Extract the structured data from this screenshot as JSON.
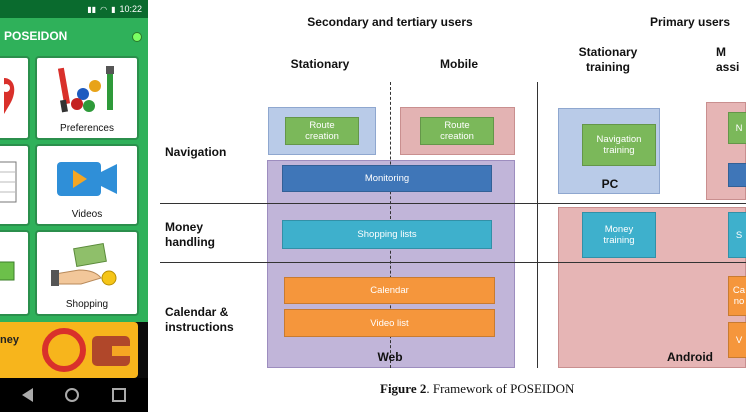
{
  "phone": {
    "status_time": "10:22",
    "app_title": "POSEIDON",
    "tiles": [
      {
        "label": "Preferences",
        "icon": "paint-tools-icon"
      },
      {
        "label": "Videos",
        "icon": "video-camera-icon"
      },
      {
        "label": "Shopping",
        "icon": "money-hand-icon"
      }
    ],
    "bottom_tile_label": "ney",
    "accent_color": "#2fb15a",
    "bottom_color": "#f7b51c"
  },
  "diagram": {
    "headers": {
      "secondary_tertiary": "Secondary and tertiary users",
      "primary": "Primary users",
      "stationary": "Stationary",
      "mobile": "Mobile",
      "stationary_training": "Stationary\ntraining",
      "mobile_assistance_fragment": "M\nassi"
    },
    "row_labels": {
      "navigation": "Navigation",
      "money_handling": "Money\nhandling",
      "calendar_instructions": "Calendar &\ninstructions"
    },
    "boxes": {
      "route_creation_stationary": "Route\ncreation",
      "route_creation_mobile": "Route\ncreation",
      "monitoring": "Monitoring",
      "shopping_lists": "Shopping lists",
      "calendar": "Calendar",
      "video_list": "Video list",
      "navigation_training": "Navigation\ntraining",
      "money_training": "Money\ntraining",
      "right_fragment_1": "N",
      "right_fragment_2": "S",
      "right_fragment_3": "Ca\nno",
      "right_fragment_4": "V"
    },
    "platforms": {
      "pc": "PC",
      "web": "Web",
      "android": "Android"
    },
    "colors": {
      "stationary_region": "#b9cbe8",
      "mobile_region": "#e3b3b3",
      "web_region": "#c1b5d9",
      "android_region": "#e6b5b5",
      "green_box": "#7bb85a",
      "blue_box": "#3f76b8",
      "teal_box": "#3eb0cc",
      "orange_box": "#f5963c"
    }
  },
  "caption": {
    "label": "Figure 2",
    "text": ". Framework of POSEIDON"
  }
}
